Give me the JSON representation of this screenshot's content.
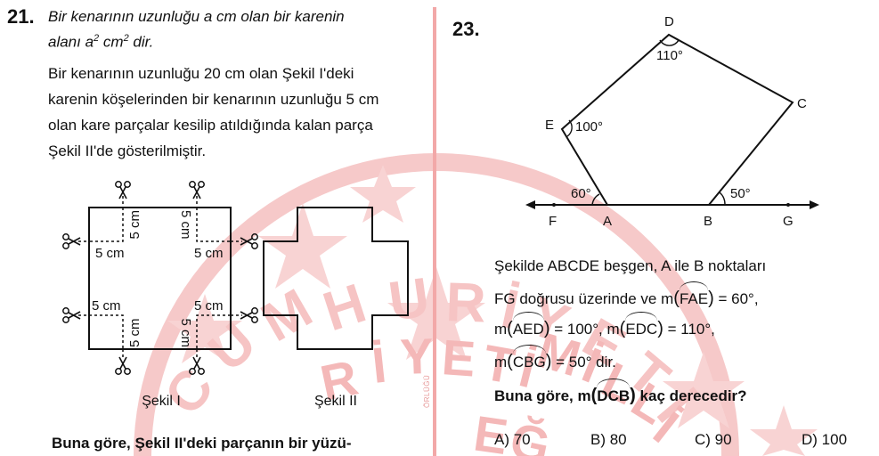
{
  "q21": {
    "number": "21.",
    "def_line1": "Bir kenarının uzunluğu a cm olan bir karenin",
    "def_line2_pre": "alanı a",
    "def_line2_sup1": "2",
    "def_line2_mid": " cm",
    "def_line2_sup2": "2",
    "def_line2_post": " dir.",
    "para_lines": [
      "Bir kenarının uzunluğu 20 cm olan Şekil I'deki",
      "karenin köşelerinden bir kenarının uzunluğu 5 cm",
      "olan kare parçalar kesilip atıldığında kalan parça",
      "Şekil II'de gösterilmiştir."
    ],
    "cut_label": "5 cm",
    "fig1_caption": "Şekil I",
    "fig2_caption": "Şekil II",
    "question_start": "Buna göre, Şekil II'deki parçanın bir yüzü-"
  },
  "side_text": "ÖRLÜĞÜ",
  "q23": {
    "number": "23.",
    "points": {
      "D": "D",
      "C": "C",
      "E": "E",
      "F": "F",
      "A": "A",
      "B": "B",
      "G": "G"
    },
    "angles": {
      "D": "110°",
      "E": "100°",
      "A": "60°",
      "B": "50°"
    },
    "text_line1": "Şekilde ABCDE beşgen, A ile B noktaları",
    "text_line2_pre": "FG doğrusu üzerinde ve m",
    "fae": "FAE",
    "fae_val": " = 60°,",
    "m": "m",
    "aed": "AED",
    "aed_val": " = 100°, m",
    "edc": "EDC",
    "edc_val": " = 110°,",
    "cbg": "CBG",
    "cbg_val": " = 50° dir.",
    "question_pre": "Buna göre, m",
    "dcb": "DCB",
    "question_post": " kaç derecedir?",
    "choices": [
      "A) 70",
      "B) 80",
      "C) 90",
      "D) 100"
    ]
  }
}
